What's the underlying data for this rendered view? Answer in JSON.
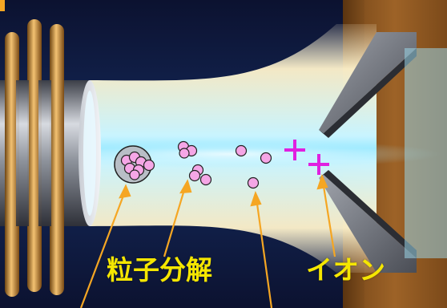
{
  "labels": {
    "particle_decomposition": "粒子分解",
    "ion": "イオン"
  },
  "colors": {
    "label_text": "#f5e600",
    "arrow": "#f5a623",
    "ion_plus": "#e020e0",
    "particle_fill": "#f5a6e6",
    "background": "#0b1433"
  },
  "icons": [
    "coil",
    "torch-tube",
    "plasma",
    "cone",
    "particle",
    "plus-icon",
    "arrow"
  ]
}
